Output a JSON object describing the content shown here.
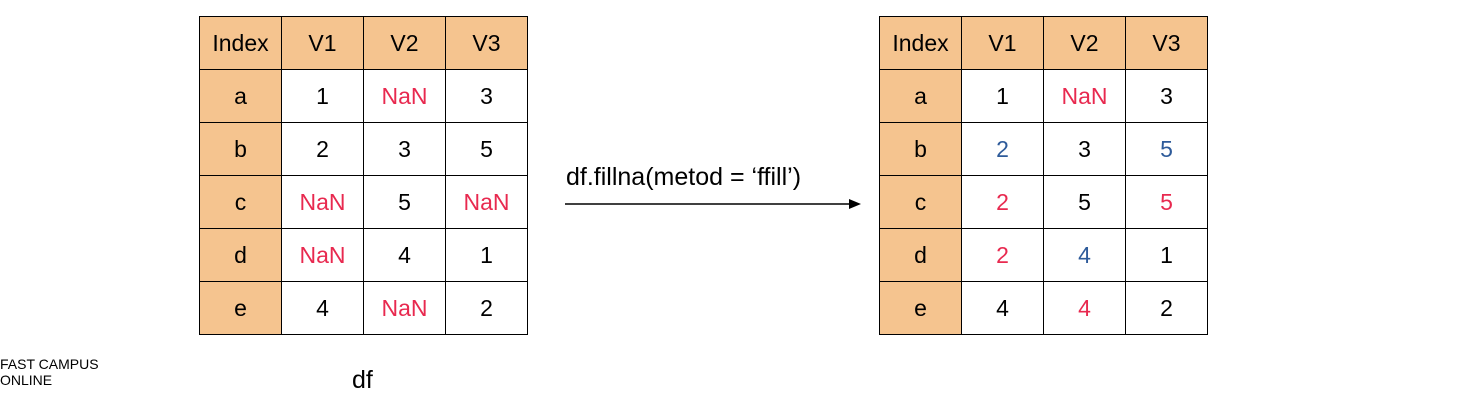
{
  "colors": {
    "header_bg": "#f5c48f",
    "black": "#000000",
    "red": "#e8294f",
    "blue": "#2e5b9a"
  },
  "left_table": {
    "headers": [
      "Index",
      "V1",
      "V2",
      "V3"
    ],
    "rows": [
      [
        {
          "v": "a",
          "c": "black",
          "idx": true
        },
        {
          "v": "1",
          "c": "black"
        },
        {
          "v": "NaN",
          "c": "red"
        },
        {
          "v": "3",
          "c": "black"
        }
      ],
      [
        {
          "v": "b",
          "c": "black",
          "idx": true
        },
        {
          "v": "2",
          "c": "black"
        },
        {
          "v": "3",
          "c": "black"
        },
        {
          "v": "5",
          "c": "black"
        }
      ],
      [
        {
          "v": "c",
          "c": "black",
          "idx": true
        },
        {
          "v": "NaN",
          "c": "red"
        },
        {
          "v": "5",
          "c": "black"
        },
        {
          "v": "NaN",
          "c": "red"
        }
      ],
      [
        {
          "v": "d",
          "c": "black",
          "idx": true
        },
        {
          "v": "NaN",
          "c": "red"
        },
        {
          "v": "4",
          "c": "black"
        },
        {
          "v": "1",
          "c": "black"
        }
      ],
      [
        {
          "v": "e",
          "c": "black",
          "idx": true
        },
        {
          "v": "4",
          "c": "black"
        },
        {
          "v": "NaN",
          "c": "red"
        },
        {
          "v": "2",
          "c": "black"
        }
      ]
    ],
    "caption": "df"
  },
  "operation": {
    "label": "df.fillna(metod = ‘ffill’)"
  },
  "right_table": {
    "headers": [
      "Index",
      "V1",
      "V2",
      "V3"
    ],
    "rows": [
      [
        {
          "v": "a",
          "c": "black",
          "idx": true
        },
        {
          "v": "1",
          "c": "black"
        },
        {
          "v": "NaN",
          "c": "red"
        },
        {
          "v": "3",
          "c": "black"
        }
      ],
      [
        {
          "v": "b",
          "c": "black",
          "idx": true
        },
        {
          "v": "2",
          "c": "blue"
        },
        {
          "v": "3",
          "c": "black"
        },
        {
          "v": "5",
          "c": "blue"
        }
      ],
      [
        {
          "v": "c",
          "c": "black",
          "idx": true
        },
        {
          "v": "2",
          "c": "red"
        },
        {
          "v": "5",
          "c": "black"
        },
        {
          "v": "5",
          "c": "red"
        }
      ],
      [
        {
          "v": "d",
          "c": "black",
          "idx": true
        },
        {
          "v": "2",
          "c": "red"
        },
        {
          "v": "4",
          "c": "blue"
        },
        {
          "v": "1",
          "c": "black"
        }
      ],
      [
        {
          "v": "e",
          "c": "black",
          "idx": true
        },
        {
          "v": "4",
          "c": "black"
        },
        {
          "v": "4",
          "c": "red"
        },
        {
          "v": "2",
          "c": "black"
        }
      ]
    ]
  },
  "watermark": {
    "line1": "FAST CAMPUS",
    "line2": "ONLINE"
  }
}
